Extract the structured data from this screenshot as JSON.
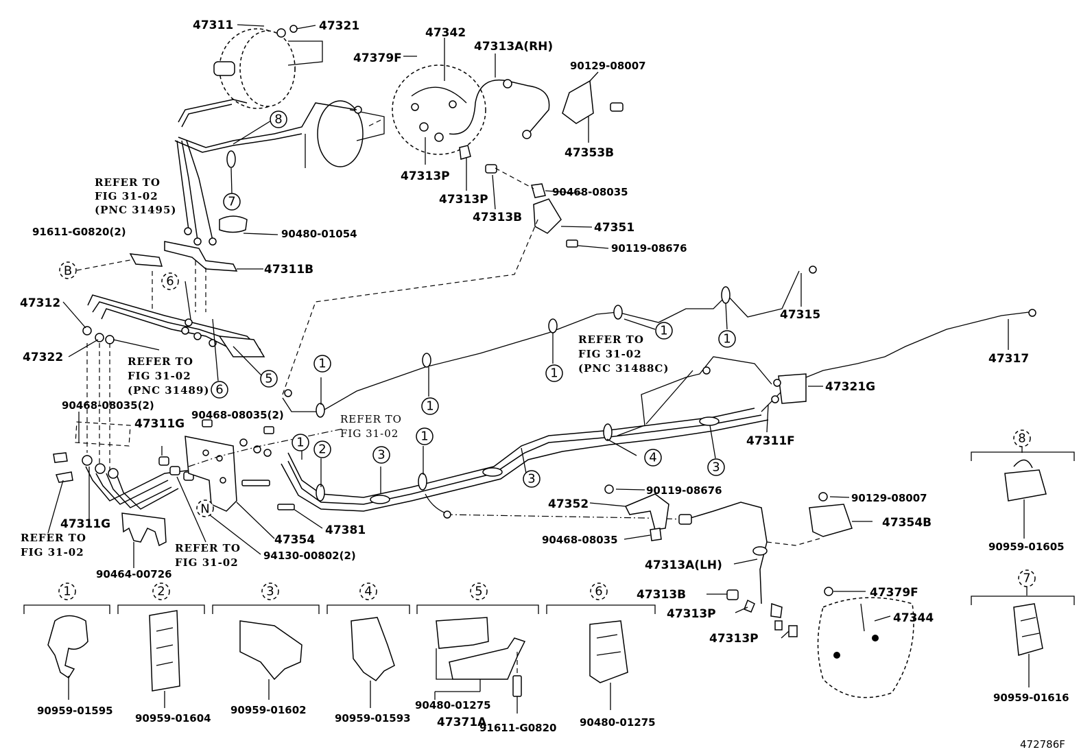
{
  "diagram": {
    "figure_code": "472786F",
    "part_labels": {
      "p47311": "47311",
      "p47321": "47321",
      "p47342": "47342",
      "p47379f_top": "47379F",
      "p47313a_rh": "47313A(RH)",
      "p90129_top": "90129-08007",
      "p47353b": "47353B",
      "p47313p_a": "47313P",
      "p47313p_b": "47313P",
      "p90468_top": "90468-08035",
      "p47313b_top": "47313B",
      "p47351": "47351",
      "p90119_top": "90119-08676",
      "p90480_01054": "90480-01054",
      "p91611_2": "91611-G0820(2)",
      "p47311b": "47311B",
      "p47312": "47312",
      "p47322": "47322",
      "p47315": "47315",
      "p47317": "47317",
      "p90468_2a": "90468-08035(2)",
      "p47311g_a": "47311G",
      "p90468_2b": "90468-08035(2)",
      "p47321g": "47321G",
      "p47311f": "47311F",
      "p47311g_b": "47311G",
      "p90464": "90464-00726",
      "p47354": "47354",
      "p47381": "47381",
      "p94130": "94130-00802(2)",
      "p90119_mid": "90119-08676",
      "p47352": "47352",
      "p90129_mid": "90129-08007",
      "p47354b": "47354B",
      "p90468_mid": "90468-08035",
      "p47313a_lh": "47313A(LH)",
      "p47313b_bot": "47313B",
      "p47313p_c": "47313P",
      "p47313p_d": "47313P",
      "p47379f_bot": "47379F",
      "p47344": "47344",
      "p90959_01605": "90959-01605",
      "p90959_01616": "90959-01616",
      "p90959_01595": "90959-01595",
      "p90959_01604": "90959-01604",
      "p90959_01602": "90959-01602",
      "p90959_01593": "90959-01593",
      "p90480_01275_a": "90480-01275",
      "p47371a": "47371A",
      "p91611_single": "91611-G0820",
      "p90480_01275_b": "90480-01275"
    },
    "references": {
      "ref_a": [
        "REFER TO",
        "FIG 31-02",
        "(PNC 31495)"
      ],
      "ref_b": [
        "REFER TO",
        "FIG 31-02",
        "(PNC 31489)"
      ],
      "ref_c": [
        "REFER TO",
        "FIG 31-02",
        "(PNC 31488C)"
      ],
      "ref_d": [
        "REFER TO",
        "FIG 31-02"
      ],
      "ref_e": [
        "REFER TO",
        "FIG 31-02"
      ],
      "ref_f": [
        "REFER TO",
        "FIG 31-02"
      ]
    },
    "callouts": {
      "c1": "1",
      "c2": "2",
      "c3": "3",
      "c4": "4",
      "c5": "5",
      "c6": "6",
      "c7": "7",
      "c8": "8",
      "cB": "B",
      "cN": "N"
    },
    "colors": {
      "ink": "#000000",
      "paper": "#ffffff"
    }
  }
}
